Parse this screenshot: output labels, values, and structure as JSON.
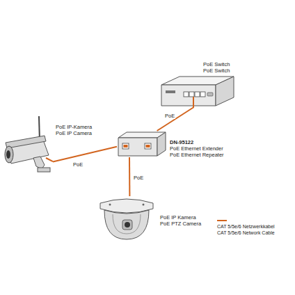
{
  "diagram": {
    "nodes": [
      {
        "text": [
          "PoE Switch",
          "PoE Switch"
        ]
      },
      {
        "text": [
          "PoE IP-Kamera",
          "PoE IP Camera"
        ]
      },
      {
        "text": [
          "DN-95122",
          "PoE Ethernet Extender",
          "PoE Ethernet Repeater"
        ]
      },
      {
        "text": [
          "PoE IP Kamera",
          "PoE PTZ Camera"
        ]
      }
    ],
    "edges": [
      {
        "from": 0,
        "to": 2,
        "label": "PoE",
        "arrow": "none"
      },
      {
        "from": 2,
        "to": 1,
        "label": "PoE",
        "arrow": "none"
      },
      {
        "from": 2,
        "to": 3,
        "label": "PoE",
        "arrow": "none"
      }
    ],
    "legend": [
      {
        "text": "CAT 5/5e/6 Netzwerkkabel"
      },
      {
        "text": "CAT 5/5e/6 Network Cable"
      }
    ]
  }
}
